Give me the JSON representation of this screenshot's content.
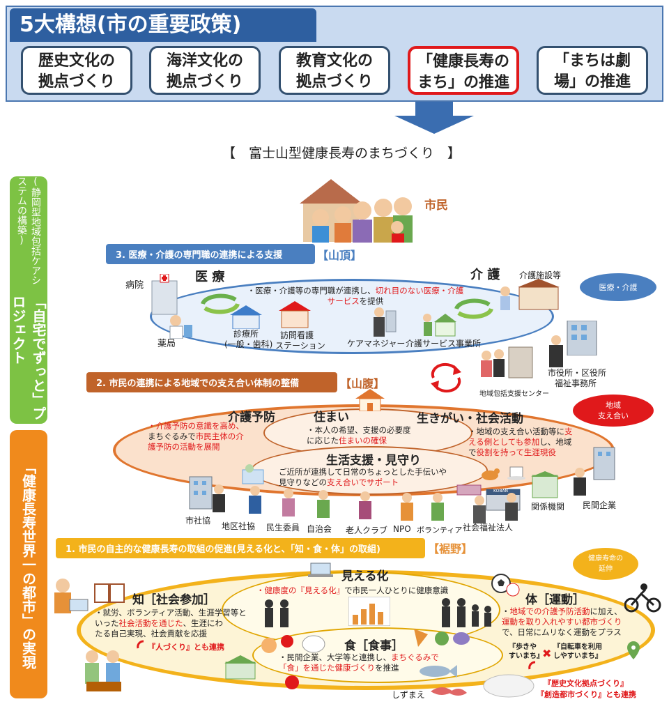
{
  "header": {
    "title": "5大構想(市の重要政策)",
    "policies": [
      {
        "line1": "歴史文化の",
        "line2": "拠点づくり"
      },
      {
        "line1": "海洋文化の",
        "line2": "拠点づくり"
      },
      {
        "line1": "教育文化の",
        "line2": "拠点づくり"
      },
      {
        "line1": "「健康長寿の",
        "line2": "まち」の推進"
      },
      {
        "line1": "「まちは劇",
        "line2": "場」の推進"
      }
    ]
  },
  "main_title": "【　富士山型健康長寿のまちづくり　】",
  "side": {
    "green_sub": "(静岡型地域包括ケアシステムの構築)",
    "green_main": "「自宅でずっと」プロジェクト",
    "orange_main": "「健康長寿世界一の都市」の実現"
  },
  "citizen_label": "市民",
  "section3": {
    "banner": "3. 医療・介護の専門職の連携による支援",
    "tag": "【山頂】",
    "iryo": "医 療",
    "kaigo": "介 護",
    "text_a": "・医療・介護等の専門職が連携し、",
    "text_b": "切れ目のない医療・介護",
    "text_c": "サービス",
    "text_d": "を提供",
    "labels": {
      "hospital": "病院",
      "pharmacy": "薬局",
      "clinic": "診療所",
      "clinic_sub": "(一般・歯科)",
      "nursing1": "訪問看護",
      "nursing2": "ステーション",
      "care_manager": "ケアマネジャー",
      "care_office": "介護サービス事業所",
      "care_facility": "介護施設等",
      "city_office1": "市役所・区役所",
      "city_office2": "福祉事務所",
      "center": "地域包括支援センター"
    },
    "pill": "医療・介護"
  },
  "section2": {
    "banner": "2. 市民の連携による地域での支え合い体制の整備",
    "tag": "【山腹】",
    "pill_line1": "地域",
    "pill_line2": "支え合い",
    "kaigo_yobo": "介護予防",
    "kaigo_yobo_text": [
      {
        "t": "・介護予防の意識を高め、",
        "r": true
      },
      {
        "t": "まちぐるみで",
        "r": false
      },
      {
        "t": "市民主体の介",
        "r": true
      },
      {
        "t": "護予防の活動を展開",
        "r": true
      }
    ],
    "sumai": "住まい",
    "sumai_text1": "・本人の希望、支援の必要度",
    "sumai_text2": "に応じた",
    "sumai_text3": "住まいの確保",
    "ikigai": "生きがい・社会活動",
    "ikigai_text1": "・地域の支え合い活動等に",
    "ikigai_text1r": "支",
    "ikigai_text2r": "える側としても参加",
    "ikigai_text2": "し、地域",
    "ikigai_text3": "で",
    "ikigai_text3r": "役割を持って生涯現役",
    "seikatsu": "生活支援・見守り",
    "seikatsu_text1": "ご近所が連携して日常のちょっとした手伝いや",
    "seikatsu_text2": "見守りなどの",
    "seikatsu_text3": "支え合いでサポート",
    "koban": "KOBAN",
    "labels": {
      "shakyo": "市社協",
      "chiku": "地区社協",
      "minsei": "民生委員",
      "jichi": "自治会",
      "roujin": "老人クラブ",
      "npo": "NPO",
      "volunteer": "ボランティア",
      "fukushi": "社会福祉法人",
      "kankei": "関係機関",
      "minkan": "民間企業"
    }
  },
  "section1": {
    "banner": "1. 市民の自主的な健康長寿の取組の促進(見える化と、「知・食・体」の取組)",
    "tag": "【裾野】",
    "pill_line1": "健康寿命の",
    "pill_line2": "延伸",
    "mieru": "見える化",
    "mieru_text1": "・健康度の『見える化』",
    "mieru_text2": "で市民一人ひとりに健康意識",
    "chi": "知［社会参加］",
    "chi_text": [
      "・就労、ボランティア活動、生涯学習等と",
      "いった",
      "社会活動を通じた",
      "、生涯にわ",
      "たる自己実現、社会貢献を応援"
    ],
    "chi_link": "『人づくり』とも連携",
    "tai": "体［運動］",
    "tai_text1": "・",
    "tai_text1r": "地域での介護予防活動",
    "tai_text1b": "に加え、",
    "tai_text2r": "運動を取り入れやすい都市づくり",
    "tai_text3": "で、日常にムリなく運動をプラス",
    "walk1": "『歩きや",
    "walk2": "すいまち』",
    "bike1": "『自転車を利用",
    "bike2": "しやすいまち』",
    "shoku": "食［食事］",
    "shoku_text1": "・民間企業、大学等と連携し、",
    "shoku_text1r": "まちぐるみで",
    "shoku_text2r": "「食」を通じた健康づくり",
    "shoku_text2": "を推進",
    "shizumae": "しずまえ",
    "link1": "『歴史文化拠点づくり』",
    "link2": "『創造都市づくり』とも連携"
  },
  "colors": {
    "header_blue": "#2e5fa0",
    "accent_red": "#e0191b",
    "green": "#7dc244",
    "orange": "#f08a1c",
    "section3_blue": "#4a7fc0",
    "section2_brown": "#c0632a",
    "section1_yellow": "#f3b21b"
  }
}
